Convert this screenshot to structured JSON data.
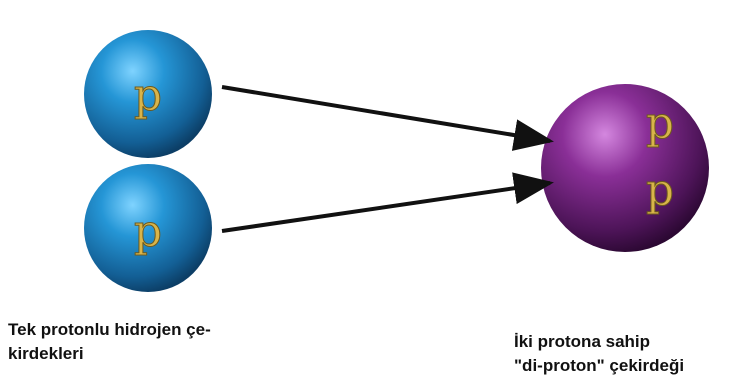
{
  "colors": {
    "proton_sphere": "#1e87c4",
    "diproton_sphere": "#7a2a86",
    "letter": "#d8b44a",
    "arrow": "#111111"
  },
  "spheres": {
    "proton_top_letter": "p",
    "proton_bottom_letter": "p",
    "diproton_letter_1": "p",
    "diproton_letter_2": "p"
  },
  "captions": {
    "left_line1": "Tek protonlu hidrojen çe-",
    "left_line2": "kirdekleri",
    "right_line1": "İki protona sahip",
    "right_line2": "\"di-proton\" çekirdeği"
  }
}
